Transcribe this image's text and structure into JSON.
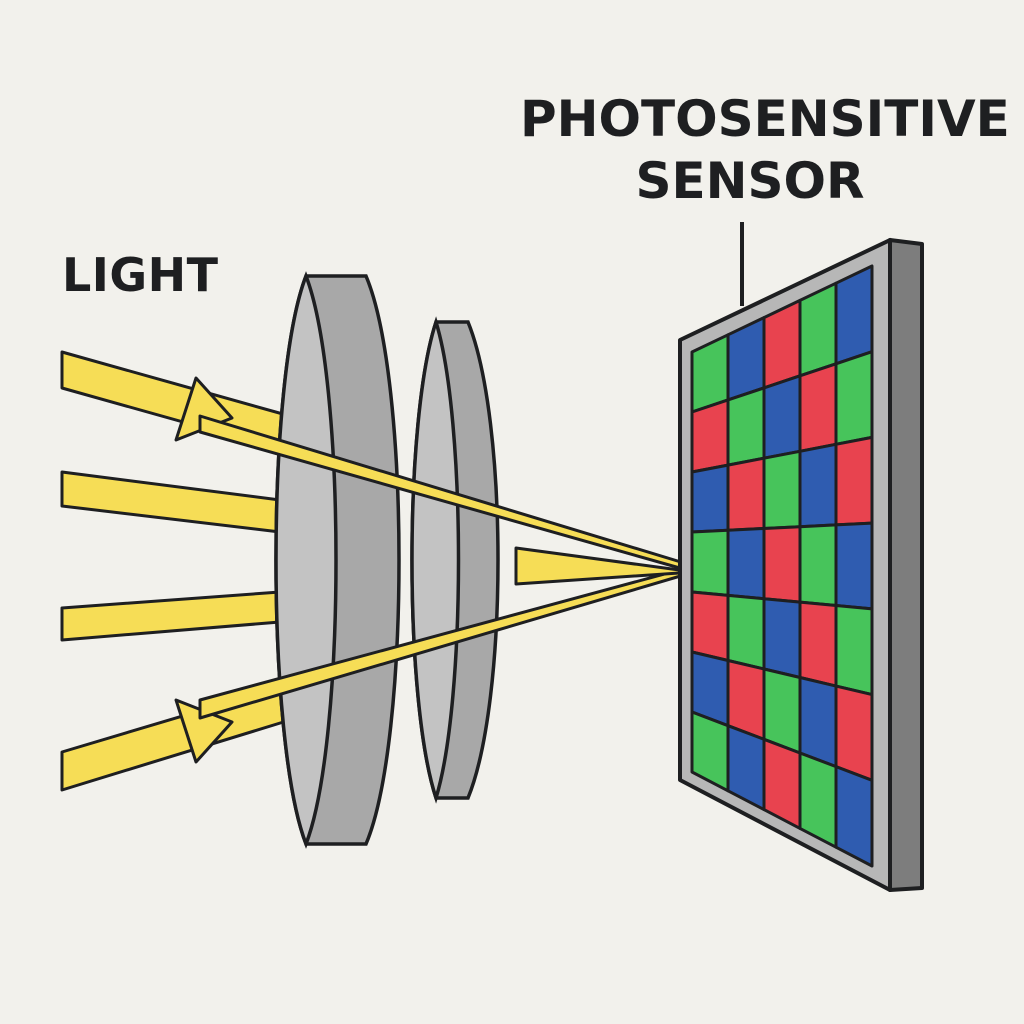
{
  "labels": {
    "light": "LIGHT",
    "sensor_line1": "PHOTOSENSITIVE",
    "sensor_line2": "SENSOR"
  },
  "colors": {
    "background": "#f2f1ec",
    "outline": "#1e1f21",
    "ray": "#f6dd56",
    "lens_light": "#c3c3c3",
    "lens_dark": "#a8a8a8",
    "sensor_frame": "#b7b7b7",
    "sensor_side": "#7d7d7d",
    "red": "#e8434f",
    "green": "#47c45b",
    "blue": "#2f5cb0"
  },
  "sensor_grid": {
    "rows": 7,
    "cols": 5,
    "cells": [
      [
        "green",
        "blue",
        "red",
        "green",
        "blue"
      ],
      [
        "red",
        "green",
        "blue",
        "red",
        "green"
      ],
      [
        "blue",
        "red",
        "green",
        "blue",
        "red"
      ],
      [
        "green",
        "blue",
        "red",
        "green",
        "blue"
      ],
      [
        "red",
        "green",
        "blue",
        "red",
        "green"
      ],
      [
        "blue",
        "red",
        "green",
        "blue",
        "red"
      ],
      [
        "green",
        "blue",
        "red",
        "green",
        "blue"
      ]
    ]
  }
}
